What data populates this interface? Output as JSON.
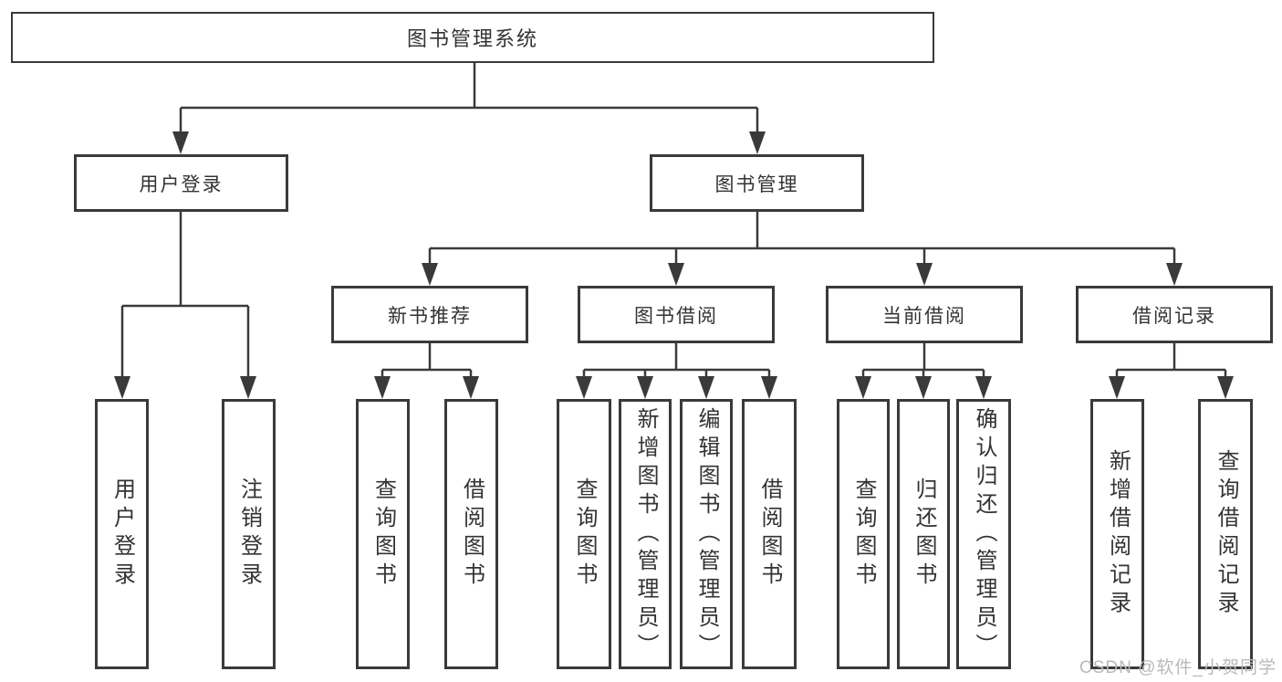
{
  "diagram_title": "图书管理系统",
  "tree": {
    "root": {
      "label": "图书管理系统",
      "children": [
        {
          "label": "用户登录",
          "children": [
            {
              "label": "用户登录"
            },
            {
              "label": "注销登录"
            }
          ]
        },
        {
          "label": "图书管理",
          "children": [
            {
              "label": "新书推荐",
              "children": [
                {
                  "label": "查询图书"
                },
                {
                  "label": "借阅图书"
                }
              ]
            },
            {
              "label": "图书借阅",
              "children": [
                {
                  "label": "查询图书"
                },
                {
                  "label": "新增图书（管理员）"
                },
                {
                  "label": "编辑图书（管理员）"
                },
                {
                  "label": "借阅图书"
                }
              ]
            },
            {
              "label": "当前借阅",
              "children": [
                {
                  "label": "查询图书"
                },
                {
                  "label": "归还图书"
                },
                {
                  "label": "确认归还（管理员）"
                }
              ]
            },
            {
              "label": "借阅记录",
              "children": [
                {
                  "label": "新增借阅记录"
                },
                {
                  "label": "查询借阅记录"
                }
              ]
            }
          ]
        }
      ]
    }
  },
  "watermark": {
    "text": "CSDN @软件_小贺同学",
    "color": "#b9b9b9"
  },
  "colors": {
    "line": "#3a3a3a",
    "text": "#333333",
    "background": "#ffffff",
    "box_fill": "#ffffff"
  }
}
